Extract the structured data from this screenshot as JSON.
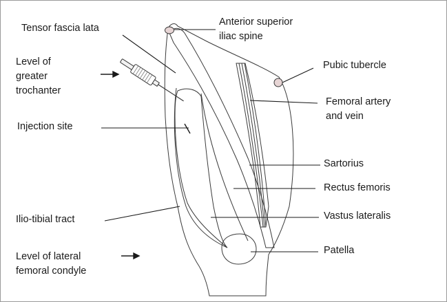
{
  "labels": {
    "tensor_fascia_lata": "Tensor fascia lata",
    "anterior_superior_iliac_spine": "Anterior superior\niliac spine",
    "level_greater_trochanter": "Level of\ngreater\ntrochanter",
    "pubic_tubercle": "Pubic tubercle",
    "femoral_artery_vein": "Femoral artery\nand vein",
    "injection_site": "Injection site",
    "sartorius": "Sartorius",
    "rectus_femoris": "Rectus femoris",
    "ilio_tibial_tract": "Ilio-tibial tract",
    "vastus_lateralis": "Vastus lateralis",
    "patella": "Patella",
    "level_lateral_femoral_condyle": "Level of lateral\nfemoral condyle"
  },
  "colors": {
    "thigh_fill": "#f7eadb",
    "muscle_fill": "#ecdcc7",
    "sartorius_fill": "#fbf5ea",
    "patella_fill": "#e9dccc",
    "bone_landmark": "#e7d5d5",
    "outline": "#3a3a3a",
    "text": "#1a1a1a",
    "border": "#9a9a9a"
  }
}
